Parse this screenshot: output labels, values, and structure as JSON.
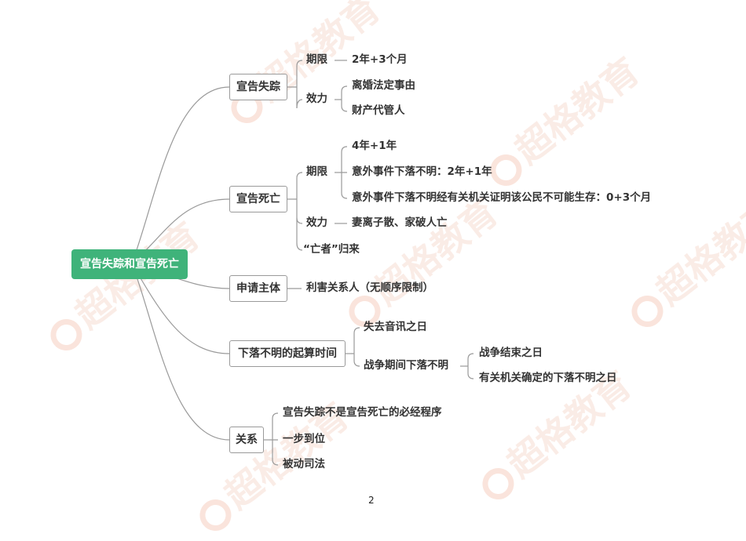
{
  "root": "宣告失踪和宣告死亡",
  "branches": {
    "disappearance": {
      "label": "宣告失踪",
      "period_label": "期限",
      "period_value": "2年+3个月",
      "effect_label": "效力",
      "effects": [
        "离婚法定事由",
        "财产代管人"
      ]
    },
    "death": {
      "label": "宣告死亡",
      "period_label": "期限",
      "periods": [
        "4年+1年",
        "意外事件下落不明：2年+1年",
        "意外事件下落不明经有关机关证明该公民不可能生存：0+3个月"
      ],
      "effect_label": "效力",
      "effect_value": "妻离子散、家破人亡",
      "return": "“亡者”归来"
    },
    "applicant": {
      "label": "申请主体",
      "value": "利害关系人（无顺序限制）"
    },
    "missing_time": {
      "label": "下落不明的起算时间",
      "item1": "失去音讯之日",
      "item2": "战争期间下落不明",
      "war_items": [
        "战争结束之日",
        "有关机关确定的下落不明之日"
      ]
    },
    "relation": {
      "label": "关系",
      "items": [
        "宣告失踪不是宣告死亡的必经程序",
        "一步到位",
        "被动司法"
      ]
    }
  },
  "watermark": "超格教育",
  "page_number": "2"
}
